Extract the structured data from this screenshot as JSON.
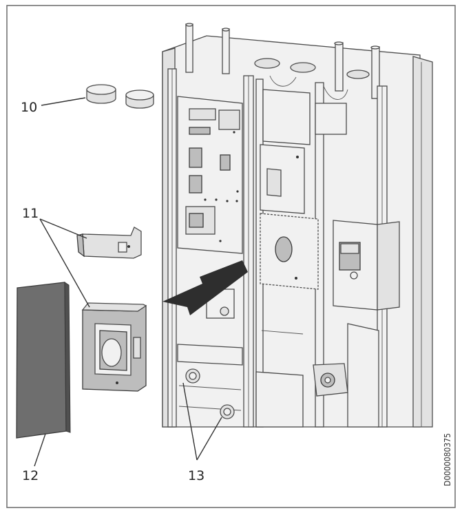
{
  "figure": {
    "callouts": [
      {
        "id": "c10",
        "label": "10"
      },
      {
        "id": "c11",
        "label": "11"
      },
      {
        "id": "c12",
        "label": "12"
      },
      {
        "id": "c13",
        "label": "13"
      }
    ],
    "document_id": "D0000080375"
  }
}
